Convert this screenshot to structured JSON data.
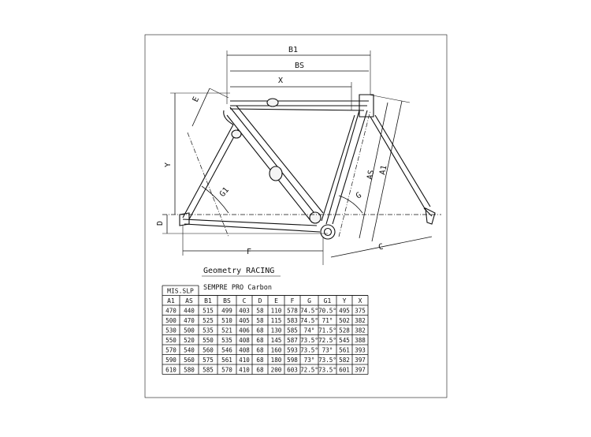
{
  "title": "Geometry RACING",
  "model": "SEMPRE PRO Carbon",
  "size_header": "MIS.SLP",
  "labels": {
    "B1": "B1",
    "BS": "BS",
    "X": "X",
    "E": "E",
    "Y": "Y",
    "G1": "G1",
    "G": "G",
    "AS": "AS",
    "A1": "A1",
    "D": "D",
    "F": "F",
    "C": "C"
  },
  "table": {
    "columns": [
      "A1",
      "AS",
      "B1",
      "BS",
      "C",
      "D",
      "E",
      "F",
      "G",
      "G1",
      "Y",
      "X"
    ],
    "rows": [
      [
        "470",
        "440",
        "515",
        "499",
        "403",
        "58",
        "110",
        "578",
        "74.5°",
        "70.5°",
        "495",
        "375"
      ],
      [
        "500",
        "470",
        "525",
        "510",
        "405",
        "58",
        "115",
        "583",
        "74.5°",
        "71°",
        "502",
        "382"
      ],
      [
        "530",
        "500",
        "535",
        "521",
        "406",
        "68",
        "130",
        "585",
        "74°",
        "71.5°",
        "528",
        "382"
      ],
      [
        "550",
        "520",
        "550",
        "535",
        "408",
        "68",
        "145",
        "587",
        "73.5°",
        "72.5°",
        "545",
        "388"
      ],
      [
        "570",
        "540",
        "560",
        "546",
        "408",
        "68",
        "160",
        "593",
        "73.5°",
        "73°",
        "561",
        "393"
      ],
      [
        "590",
        "560",
        "575",
        "561",
        "410",
        "68",
        "180",
        "598",
        "73°",
        "73.5°",
        "582",
        "397"
      ],
      [
        "610",
        "580",
        "585",
        "570",
        "410",
        "68",
        "200",
        "603",
        "72.5°",
        "73.5°",
        "601",
        "397"
      ]
    ]
  }
}
